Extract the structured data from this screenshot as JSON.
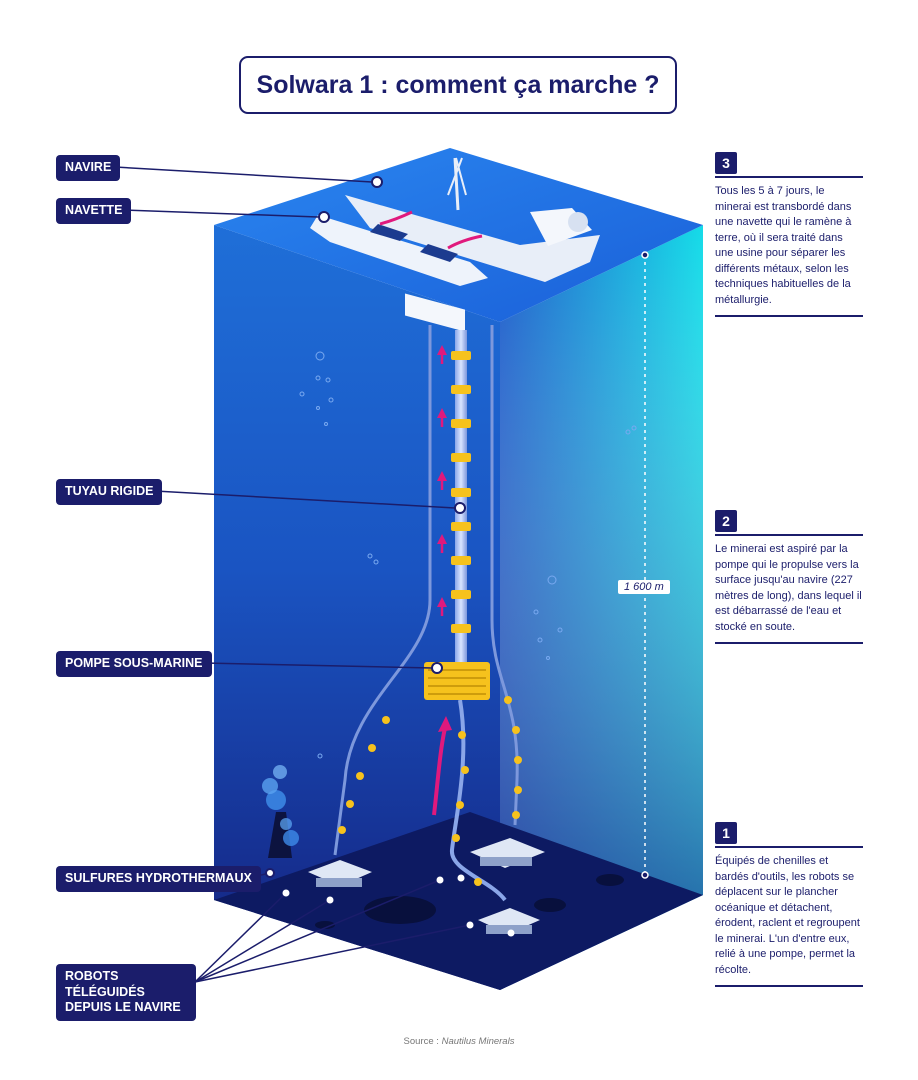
{
  "title": "Solwara 1 : comment ça marche ?",
  "labels": {
    "navire": "NAVIRE",
    "navette": "NAVETTE",
    "tuyau": "TUYAU RIGIDE",
    "pompe": "POMPE SOUS-MARINE",
    "sulfures": "SULFURES HYDROTHERMAUX",
    "robots": "ROBOTS TÉLÉGUIDÉS DEPUIS LE NAVIRE"
  },
  "depth": "1 600 m",
  "steps": [
    {
      "number": "3",
      "text": "Tous les 5 à 7 jours, le minerai est transbordé dans une navette qui le ramène à terre, où il sera traité dans une usine pour séparer les différents métaux, selon les techniques habituelles de la métallurgie."
    },
    {
      "number": "2",
      "text": "Le minerai est aspiré par la pompe qui le propulse vers la surface jusqu'au navire (227 mètres de long), dans lequel il est débarrassé de l'eau et stocké en soute."
    },
    {
      "number": "1",
      "text": "Équipés de chenilles et bardés d'outils, les robots se déplacent sur le plancher océanique et détachent, érodent, raclent et regroupent le minerai. L'un d'entre eux, relié à une pompe, permet la récolte."
    }
  ],
  "source_prefix": "Source : ",
  "source_name": "Nautilus Minerals",
  "colors": {
    "navy": "#1b1d6b",
    "ocean_top": "#1c6fe0",
    "ocean_deep": "#12207a",
    "water_right": "#0fc7e0",
    "pipe_joint": "#f6c21d",
    "arrow": "#e0197d"
  }
}
